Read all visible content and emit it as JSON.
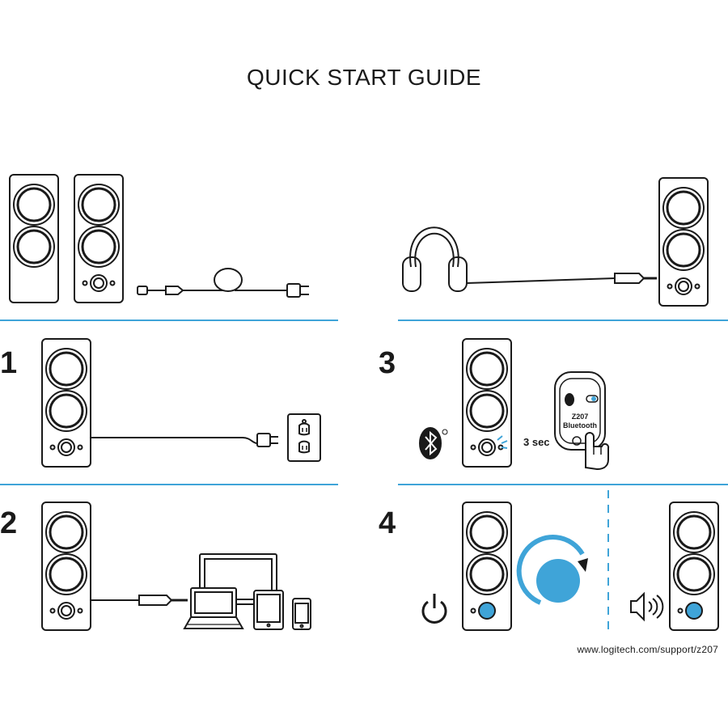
{
  "guide": {
    "title": "QUICK START GUIDE",
    "support_url": "www.logitech.com/support/z207"
  },
  "steps": [
    {
      "number": "1"
    },
    {
      "number": "2"
    },
    {
      "number": "3"
    },
    {
      "number": "4"
    }
  ],
  "bluetooth_step": {
    "hold_time": "3 sec",
    "device_name_line1": "Z207",
    "device_name_line2": "Bluetooth"
  },
  "colors": {
    "accent": "#3fa4d8",
    "line": "#1a1a1a"
  },
  "icons": [
    "speaker-icon",
    "power-cable-icon",
    "headphones-icon",
    "wall-outlet-icon",
    "bluetooth-icon",
    "phone-icon",
    "hand-icon",
    "laptop-icon",
    "monitor-icon",
    "tablet-icon",
    "power-icon",
    "volume-knob-icon",
    "speaker-volume-icon"
  ]
}
